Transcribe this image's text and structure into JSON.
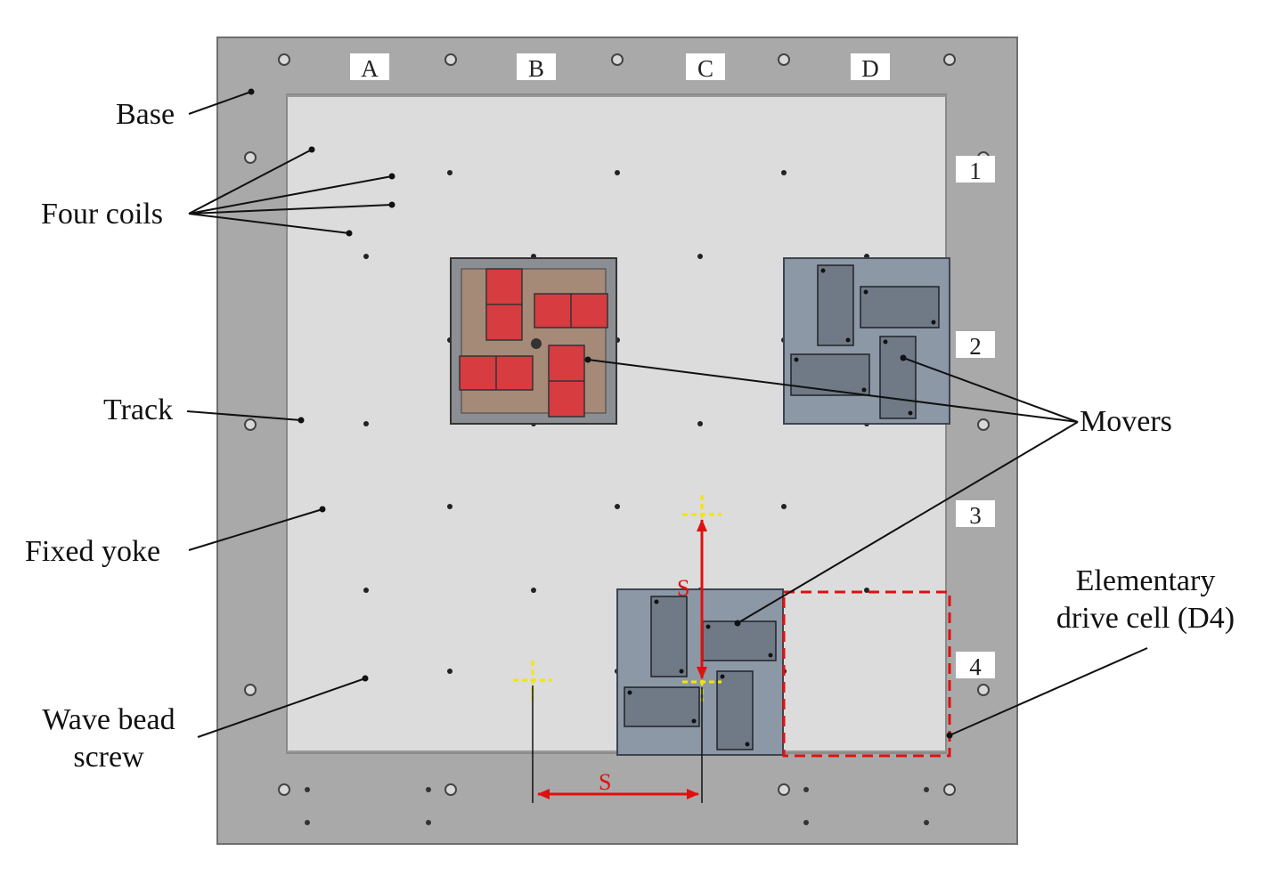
{
  "columns": [
    "A",
    "B",
    "C",
    "D"
  ],
  "rows": [
    "1",
    "2",
    "3",
    "4"
  ],
  "labels": {
    "base": "Base",
    "four_coils": "Four coils",
    "track": "Track",
    "fixed_yoke": "Fixed yoke",
    "wave_bead_line1": "Wave bead",
    "wave_bead_line2": "screw",
    "movers": "Movers",
    "cell_line1": "Elementary",
    "cell_line2": "drive cell (D4)"
  },
  "dimensions": {
    "vertical": "S",
    "horizontal": "S"
  },
  "colors": {
    "base": "#a9a9a9",
    "track": "#dcdcdc",
    "coil": "#b97a4a",
    "mover_red": "#d63c40",
    "mover_gray": "#707a86",
    "highlight": "#e01010",
    "marker": "#f2e600"
  }
}
